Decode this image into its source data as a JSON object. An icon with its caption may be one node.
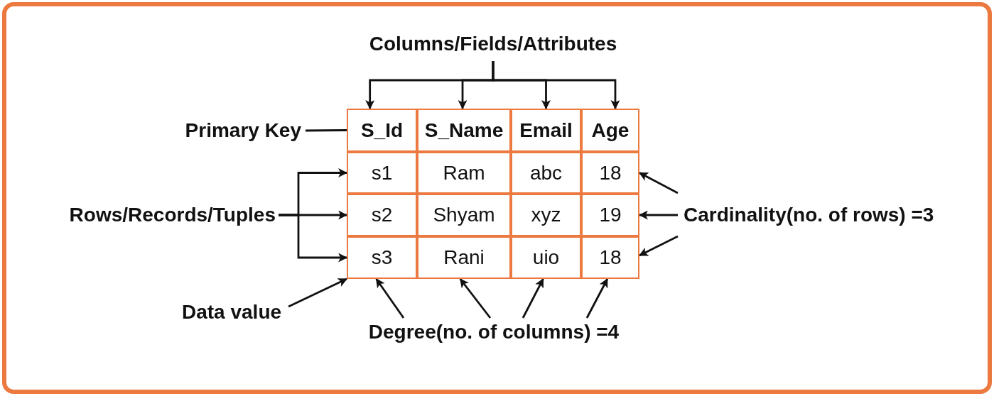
{
  "diagram": {
    "nodes": [
      {
        "text": [
          "Columns/Fields/Attributes"
        ]
      },
      {
        "text": [
          "Primary Key"
        ]
      },
      {
        "text": [
          "S_Id"
        ]
      },
      {
        "text": [
          "S_Name"
        ]
      },
      {
        "text": [
          "Email"
        ]
      },
      {
        "text": [
          "Age"
        ]
      },
      {
        "text": [
          "s1"
        ]
      },
      {
        "text": [
          "Ram"
        ]
      },
      {
        "text": [
          "abc"
        ]
      },
      {
        "text": [
          "18"
        ]
      },
      {
        "text": [
          "Rows/Records/Tuples"
        ]
      },
      {
        "text": [
          "s2"
        ]
      },
      {
        "text": [
          "Shyam"
        ]
      },
      {
        "text": [
          "xyz"
        ]
      },
      {
        "text": [
          "19"
        ]
      },
      {
        "text": [
          "Cardinality(no. of rows) =3"
        ]
      },
      {
        "text": [
          "s3"
        ]
      },
      {
        "text": [
          "Rani"
        ]
      },
      {
        "text": [
          "uio"
        ]
      },
      {
        "text": [
          "18"
        ]
      },
      {
        "text": [
          "Data value"
        ]
      },
      {
        "text": [
          "Degree(no. of columns) =4"
        ]
      }
    ],
    "edges": [
      {
        "from": 0,
        "to": 2,
        "arrow": "to"
      },
      {
        "from": 0,
        "to": 3,
        "arrow": "to"
      },
      {
        "from": 0,
        "to": 4,
        "arrow": "to"
      },
      {
        "from": 0,
        "to": 5,
        "arrow": "to"
      },
      {
        "from": 1,
        "to": 2,
        "arrow": "none"
      },
      {
        "from": 10,
        "to": 6,
        "arrow": "to"
      },
      {
        "from": 10,
        "to": 11,
        "arrow": "to"
      },
      {
        "from": 10,
        "to": 16,
        "arrow": "to"
      },
      {
        "from": 15,
        "to": 9,
        "arrow": "to"
      },
      {
        "from": 15,
        "to": 14,
        "arrow": "to"
      },
      {
        "from": 15,
        "to": 19,
        "arrow": "to"
      },
      {
        "from": 20,
        "to": 16,
        "arrow": "to"
      },
      {
        "from": 21,
        "to": 16,
        "arrow": "to"
      },
      {
        "from": 21,
        "to": 17,
        "arrow": "to"
      },
      {
        "from": 21,
        "to": 18,
        "arrow": "to"
      },
      {
        "from": 21,
        "to": 19,
        "arrow": "to"
      }
    ]
  }
}
